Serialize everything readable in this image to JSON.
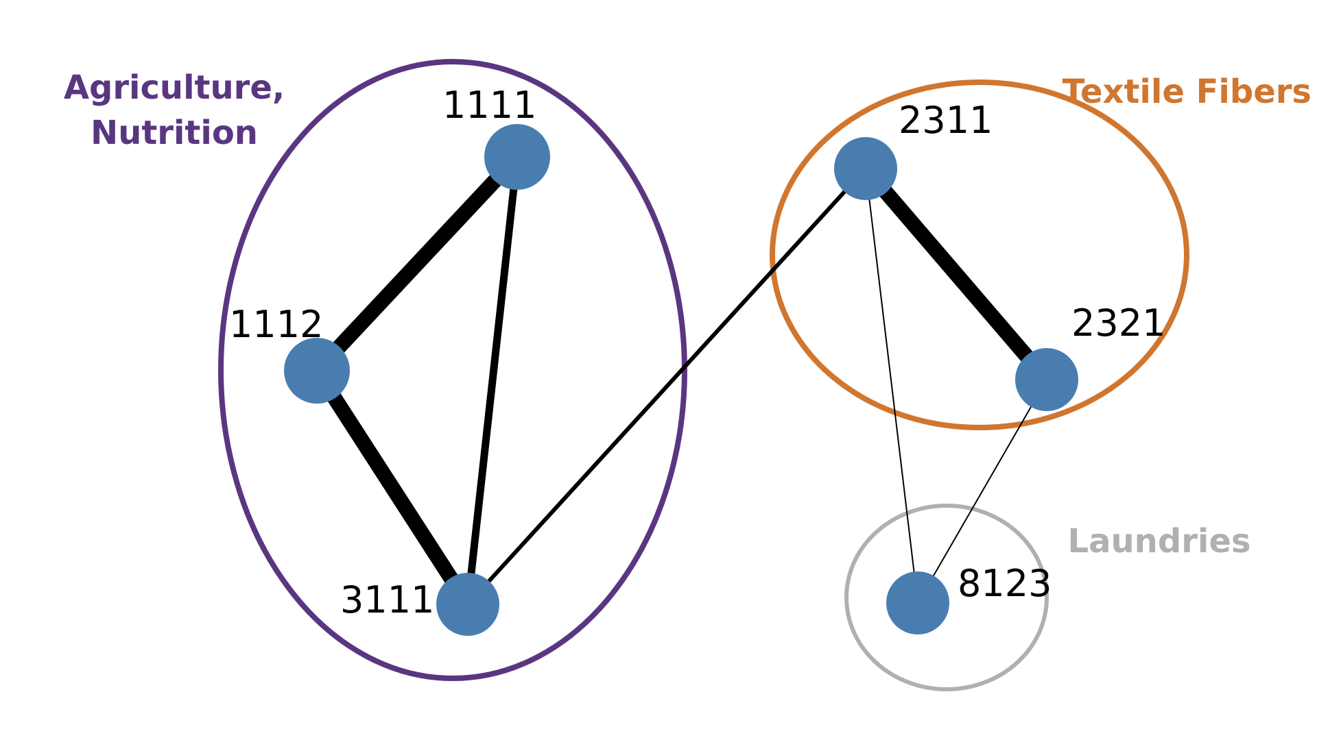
{
  "colors": {
    "background": "#ffffff",
    "node_fill": "#4a7daf",
    "edge": "#000000",
    "agriculture": "#5a3681",
    "textile": "#d0762f",
    "laundries": "#b0b0b0"
  },
  "clusters": [
    {
      "id": "agriculture",
      "label_lines": [
        "Agriculture,",
        "Nutrition"
      ]
    },
    {
      "id": "textile",
      "label_lines": [
        "Textile Fibers"
      ]
    },
    {
      "id": "laundries",
      "label_lines": [
        "Laundries"
      ]
    }
  ],
  "nodes": [
    {
      "id": "1111",
      "label": "1111",
      "cluster": "agriculture"
    },
    {
      "id": "1112",
      "label": "1112",
      "cluster": "agriculture"
    },
    {
      "id": "3111",
      "label": "3111",
      "cluster": "agriculture"
    },
    {
      "id": "2311",
      "label": "2311",
      "cluster": "textile"
    },
    {
      "id": "2321",
      "label": "2321",
      "cluster": "textile"
    },
    {
      "id": "8123",
      "label": "8123",
      "cluster": "laundries"
    }
  ],
  "edges": [
    {
      "source": "1111",
      "target": "1112",
      "weight": "strong"
    },
    {
      "source": "1112",
      "target": "3111",
      "weight": "strong"
    },
    {
      "source": "1111",
      "target": "3111",
      "weight": "medium"
    },
    {
      "source": "3111",
      "target": "2311",
      "weight": "light"
    },
    {
      "source": "2311",
      "target": "2321",
      "weight": "strong"
    },
    {
      "source": "2311",
      "target": "8123",
      "weight": "thin"
    },
    {
      "source": "2321",
      "target": "8123",
      "weight": "thin"
    }
  ]
}
